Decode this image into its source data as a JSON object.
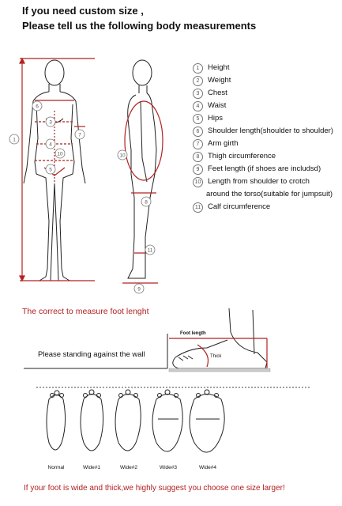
{
  "header": {
    "line1": "If you need custom size ,",
    "line2": "Please tell us the following body measurements"
  },
  "legend": [
    {
      "num": "1",
      "label": "Height"
    },
    {
      "num": "2",
      "label": "Weight"
    },
    {
      "num": "3",
      "label": "Chest"
    },
    {
      "num": "4",
      "label": "Waist"
    },
    {
      "num": "5",
      "label": "Hips"
    },
    {
      "num": "6",
      "label": "Shoulder length(shoulder to shoulder)"
    },
    {
      "num": "7",
      "label": "Arm girth"
    },
    {
      "num": "8",
      "label": "Thigh circumference"
    },
    {
      "num": "9",
      "label": "Feet length (if shoes are includsd)"
    },
    {
      "num": "10",
      "label": "Length from shoulder to crotch"
    },
    {
      "num": "",
      "label": "around the torso(suitable for jumpsuit)"
    },
    {
      "num": "11",
      "label": "Calf circumference"
    }
  ],
  "foot_section": {
    "heading": "The correct to measure foot lenght",
    "wall_instruction": "Please standing against the wall",
    "foot_length_label": "Foot length",
    "thick_label": "Thick",
    "widths": [
      "Normal",
      "Wide#1",
      "Wide#2",
      "Wide#3",
      "Wide#4"
    ],
    "advice": "If your foot is wide and thick,we highly suggest you choose one size larger!"
  },
  "figure_markers": {
    "front": [
      "1",
      "6",
      "3",
      "4",
      "5",
      "7",
      "10"
    ],
    "side": [
      "10",
      "8",
      "11",
      "9"
    ]
  },
  "colors": {
    "accent": "#b22222",
    "line": "#222222"
  }
}
